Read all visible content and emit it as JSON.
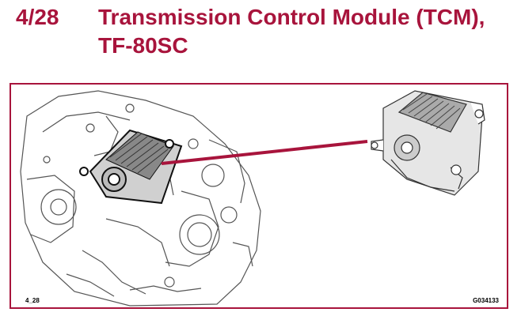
{
  "header": {
    "page_number": "4/28",
    "title_line1": "Transmission Control Module (TCM),",
    "title_line2": "TF-80SC"
  },
  "figure": {
    "ref_left": "4_28",
    "ref_right": "G034133"
  },
  "colors": {
    "accent": "#a8143c",
    "line_art": "#555555",
    "module_fill": "#d8d8d8"
  }
}
